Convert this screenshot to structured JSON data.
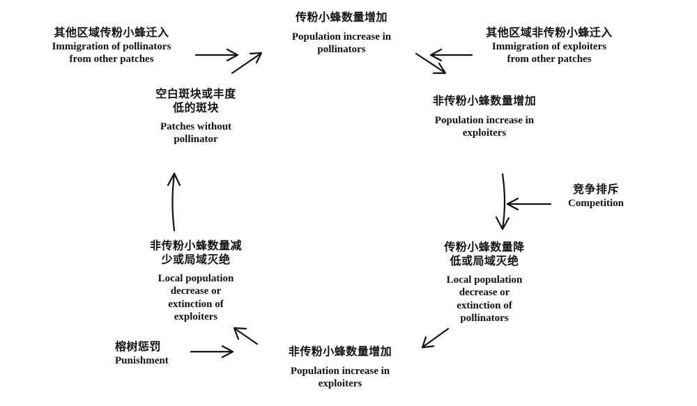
{
  "diagram": {
    "type": "cycle",
    "nodes": {
      "pollinator_increase": {
        "zh": "传粉小蜂数量增加",
        "en": [
          "Population increase in",
          "pollinators"
        ]
      },
      "exploiter_increase_top": {
        "zh": "非传粉小蜂数量增加",
        "en": [
          "Population increase in",
          "exploiters"
        ]
      },
      "pollinator_decrease": {
        "zh": [
          "传粉小蜂数量降",
          "低或局域灭绝"
        ],
        "en": [
          "Local population",
          "decrease or",
          "extinction of",
          "pollinators"
        ]
      },
      "exploiter_increase_bottom": {
        "zh": "非传粉小蜂数量增加",
        "en": [
          "Population increase in",
          "exploiters"
        ]
      },
      "exploiter_decrease": {
        "zh": [
          "非传粉小蜂数量减",
          "少或局域灭绝"
        ],
        "en": [
          "Local population",
          "decrease or",
          "extinction of",
          "exploiters"
        ]
      },
      "empty_patches": {
        "zh": [
          "空白斑块或丰度",
          "低的斑块"
        ],
        "en": [
          "Patches without",
          "pollinator"
        ]
      }
    },
    "inputs": {
      "pollinator_immigration": {
        "zh": "其他区域传粉小蜂迁入",
        "en": [
          "Immigration of pollinators",
          "from other patches"
        ]
      },
      "exploiter_immigration": {
        "zh": "其他区域非传粉小蜂迁入",
        "en": [
          "Immigration  of exploiters",
          "from other patches"
        ]
      },
      "competition": {
        "zh": "竞争排斥",
        "en": "Competition"
      },
      "punishment": {
        "zh": "榕树惩罚",
        "en": "Punishment"
      }
    },
    "edges": [
      {
        "from": "pollinator_immigration",
        "to": "pollinator_increase"
      },
      {
        "from": "empty_patches",
        "to": "pollinator_increase"
      },
      {
        "from": "exploiter_immigration",
        "to": "pollinator_increase"
      },
      {
        "from": "pollinator_increase",
        "to": "exploiter_increase_top"
      },
      {
        "from": "exploiter_increase_top",
        "to": "pollinator_decrease"
      },
      {
        "from": "competition",
        "to": "pollinator_decrease"
      },
      {
        "from": "pollinator_decrease",
        "to": "exploiter_increase_bottom"
      },
      {
        "from": "exploiter_increase_bottom",
        "to": "exploiter_decrease"
      },
      {
        "from": "punishment",
        "to": "exploiter_decrease"
      },
      {
        "from": "exploiter_decrease",
        "to": "empty_patches"
      }
    ]
  }
}
